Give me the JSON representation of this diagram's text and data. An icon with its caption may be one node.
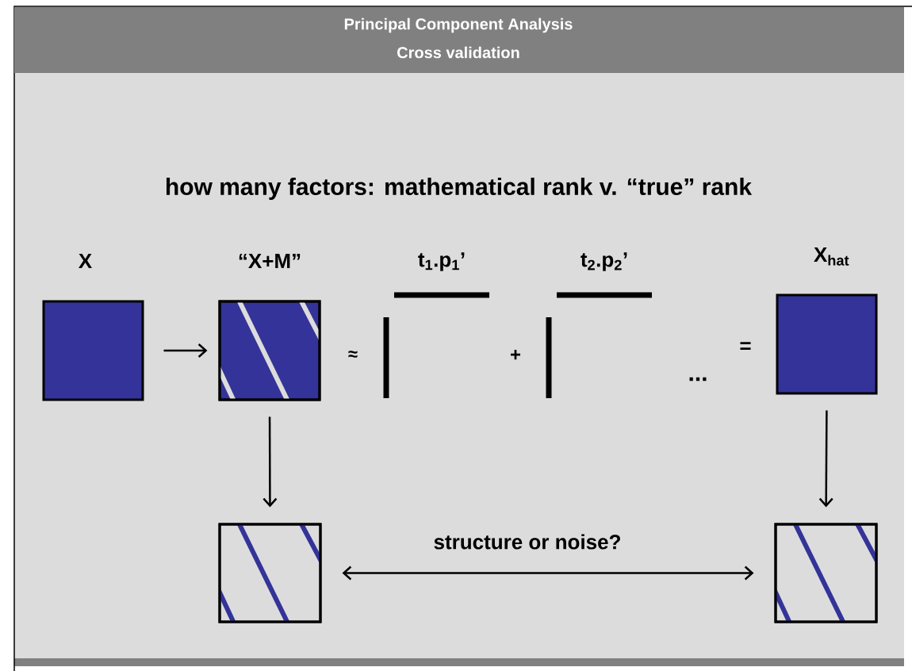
{
  "diagram": {
    "title": "Principal Component Analysis",
    "nodes": [
      {
        "text": [
          "X"
        ]
      },
      {
        "text": [
          "“X+M”"
        ]
      },
      {
        "text": [
          "X$_{hat}$"
        ]
      },
      {
        "text": [],
        "shape": "box"
      },
      {
        "text": [],
        "shape": "box"
      }
    ],
    "edges": [
      {
        "from": 0,
        "to": 1,
        "arrow": "to"
      },
      {
        "from": 1,
        "to": 3,
        "arrow": "to"
      },
      {
        "from": 2,
        "to": 4,
        "arrow": "to"
      },
      {
        "from": 3,
        "to": 4,
        "arrow": "both",
        "label": "structure or noise?"
      }
    ],
    "labels": [
      "Cross validation",
      "how many factors: mathematical rank v. “true” rank",
      "t$_{1}$.p$_{1}$’",
      "t$_{2}$.p$_{2}$’",
      "≈",
      "+",
      "...",
      "="
    ]
  }
}
